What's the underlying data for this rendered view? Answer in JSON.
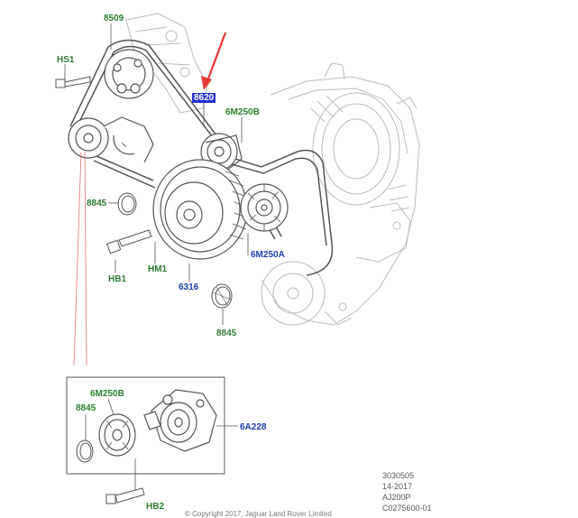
{
  "colors": {
    "line": "#555555",
    "faint": "#bbbbbb",
    "label_green": "#2e7d32",
    "label_blue": "#1a3fb0",
    "highlight": "#2233cc",
    "arrow": "#e53935",
    "leader": "#e57373"
  },
  "labels": {
    "c8509": "8509",
    "hs1": "HS1",
    "c8620": "8620",
    "c6m250b_top": "6M250B",
    "c8845_left": "8845",
    "hb1": "HB1",
    "hm1": "HM1",
    "c6316": "6316",
    "c6m250a": "6M250A",
    "c8845_bottom": "8845",
    "detail_6m250b": "6M250B",
    "detail_8845": "8845",
    "detail_6a228": "6A228",
    "hb2": "HB2"
  },
  "reference": {
    "line1": "3030505",
    "line2": "14-2017",
    "line3": "AJ200P",
    "line4": "C0275600-01"
  },
  "footer": "© Copyright 2017, Jaguar Land Rover Limited"
}
